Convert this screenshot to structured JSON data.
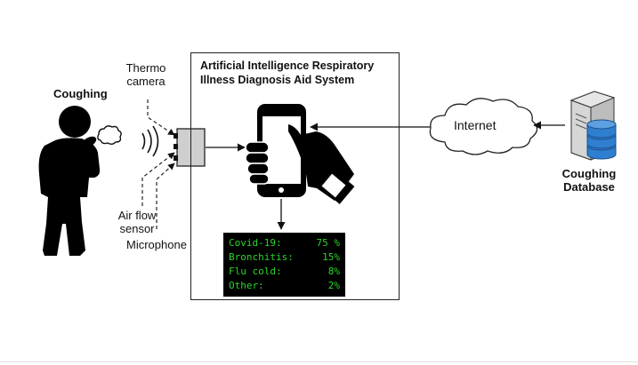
{
  "person": {
    "label": "Coughing"
  },
  "sensors": {
    "thermo_camera": [
      "Thermo",
      "camera"
    ],
    "air_flow_sensor": [
      "Air flow",
      "sensor"
    ],
    "microphone": "Microphone"
  },
  "system": {
    "title_lines": [
      "Artificial Intelligence Respiratory",
      "Illness Diagnosis Aid System"
    ]
  },
  "internet": {
    "label": "Internet"
  },
  "database": {
    "label_lines": [
      "Coughing",
      "Database"
    ]
  },
  "results": [
    {
      "name": "Covid-19:",
      "value": "75 %"
    },
    {
      "name": "Bronchitis:",
      "value": "15%"
    },
    {
      "name": "Flu cold:",
      "value": "8%"
    },
    {
      "name": "Other:",
      "value": "2%"
    }
  ],
  "colors": {
    "screen_text": "#2bd62b",
    "db_blue": "#2f7fd0",
    "device_gray": "#cfcfcf"
  },
  "icons": [
    "person-coughing-icon",
    "sound-waves-icon",
    "sensor-device-icon",
    "hand-smartphone-icon",
    "cloud-icon",
    "database-server-icon"
  ]
}
